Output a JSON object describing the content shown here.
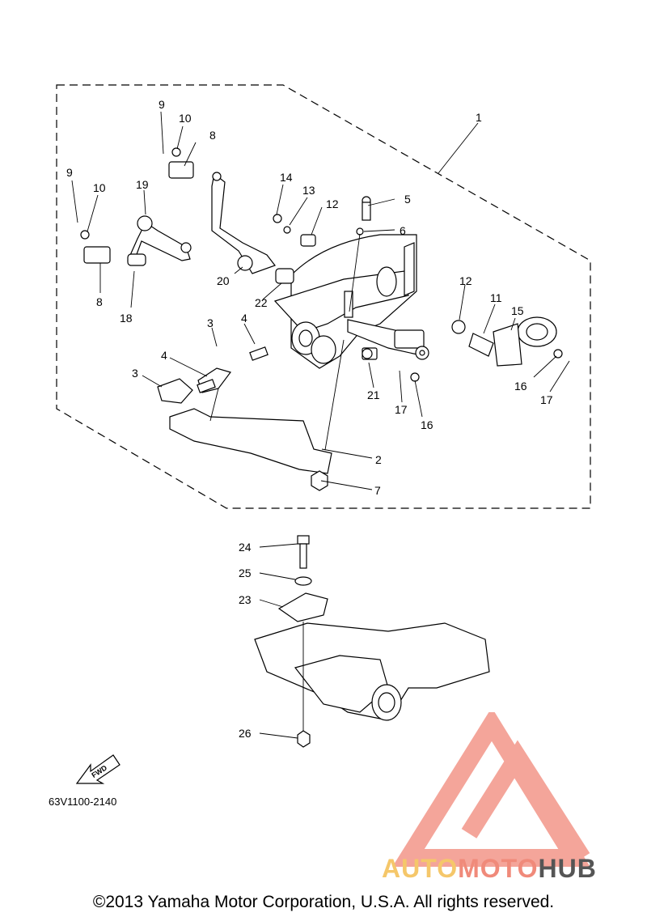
{
  "callouts": [
    {
      "id": "c1",
      "text": "1"
    },
    {
      "id": "c2",
      "text": "2"
    },
    {
      "id": "c3a",
      "text": "3"
    },
    {
      "id": "c3b",
      "text": "3"
    },
    {
      "id": "c4a",
      "text": "4"
    },
    {
      "id": "c4b",
      "text": "4"
    },
    {
      "id": "c5",
      "text": "5"
    },
    {
      "id": "c6",
      "text": "6"
    },
    {
      "id": "c7",
      "text": "7"
    },
    {
      "id": "c8a",
      "text": "8"
    },
    {
      "id": "c8b",
      "text": "8"
    },
    {
      "id": "c9a",
      "text": "9"
    },
    {
      "id": "c9b",
      "text": "9"
    },
    {
      "id": "c10a",
      "text": "10"
    },
    {
      "id": "c10b",
      "text": "10"
    },
    {
      "id": "c11",
      "text": "11"
    },
    {
      "id": "c12a",
      "text": "12"
    },
    {
      "id": "c12b",
      "text": "12"
    },
    {
      "id": "c13",
      "text": "13"
    },
    {
      "id": "c14",
      "text": "14"
    },
    {
      "id": "c15",
      "text": "15"
    },
    {
      "id": "c16a",
      "text": "16"
    },
    {
      "id": "c16b",
      "text": "16"
    },
    {
      "id": "c17a",
      "text": "17"
    },
    {
      "id": "c17b",
      "text": "17"
    },
    {
      "id": "c18",
      "text": "18"
    },
    {
      "id": "c19",
      "text": "19"
    },
    {
      "id": "c20",
      "text": "20"
    },
    {
      "id": "c21",
      "text": "21"
    },
    {
      "id": "c22",
      "text": "22"
    },
    {
      "id": "c23",
      "text": "23"
    },
    {
      "id": "c24",
      "text": "24"
    },
    {
      "id": "c25",
      "text": "25"
    },
    {
      "id": "c26",
      "text": "26"
    }
  ],
  "fwd_label": "FWD",
  "diagram_code": "63V1100-2140",
  "copyright": "©2013 Yamaha Motor Corporation, U.S.A. All rights reserved.",
  "watermark": {
    "part1": "AUTO",
    "part2": "MOTO",
    "part3": "HUB",
    "colors": {
      "auto": "#f5c76a",
      "moto": "#f08a7a",
      "hub": "#555555",
      "logo": "#f4a59a"
    }
  }
}
